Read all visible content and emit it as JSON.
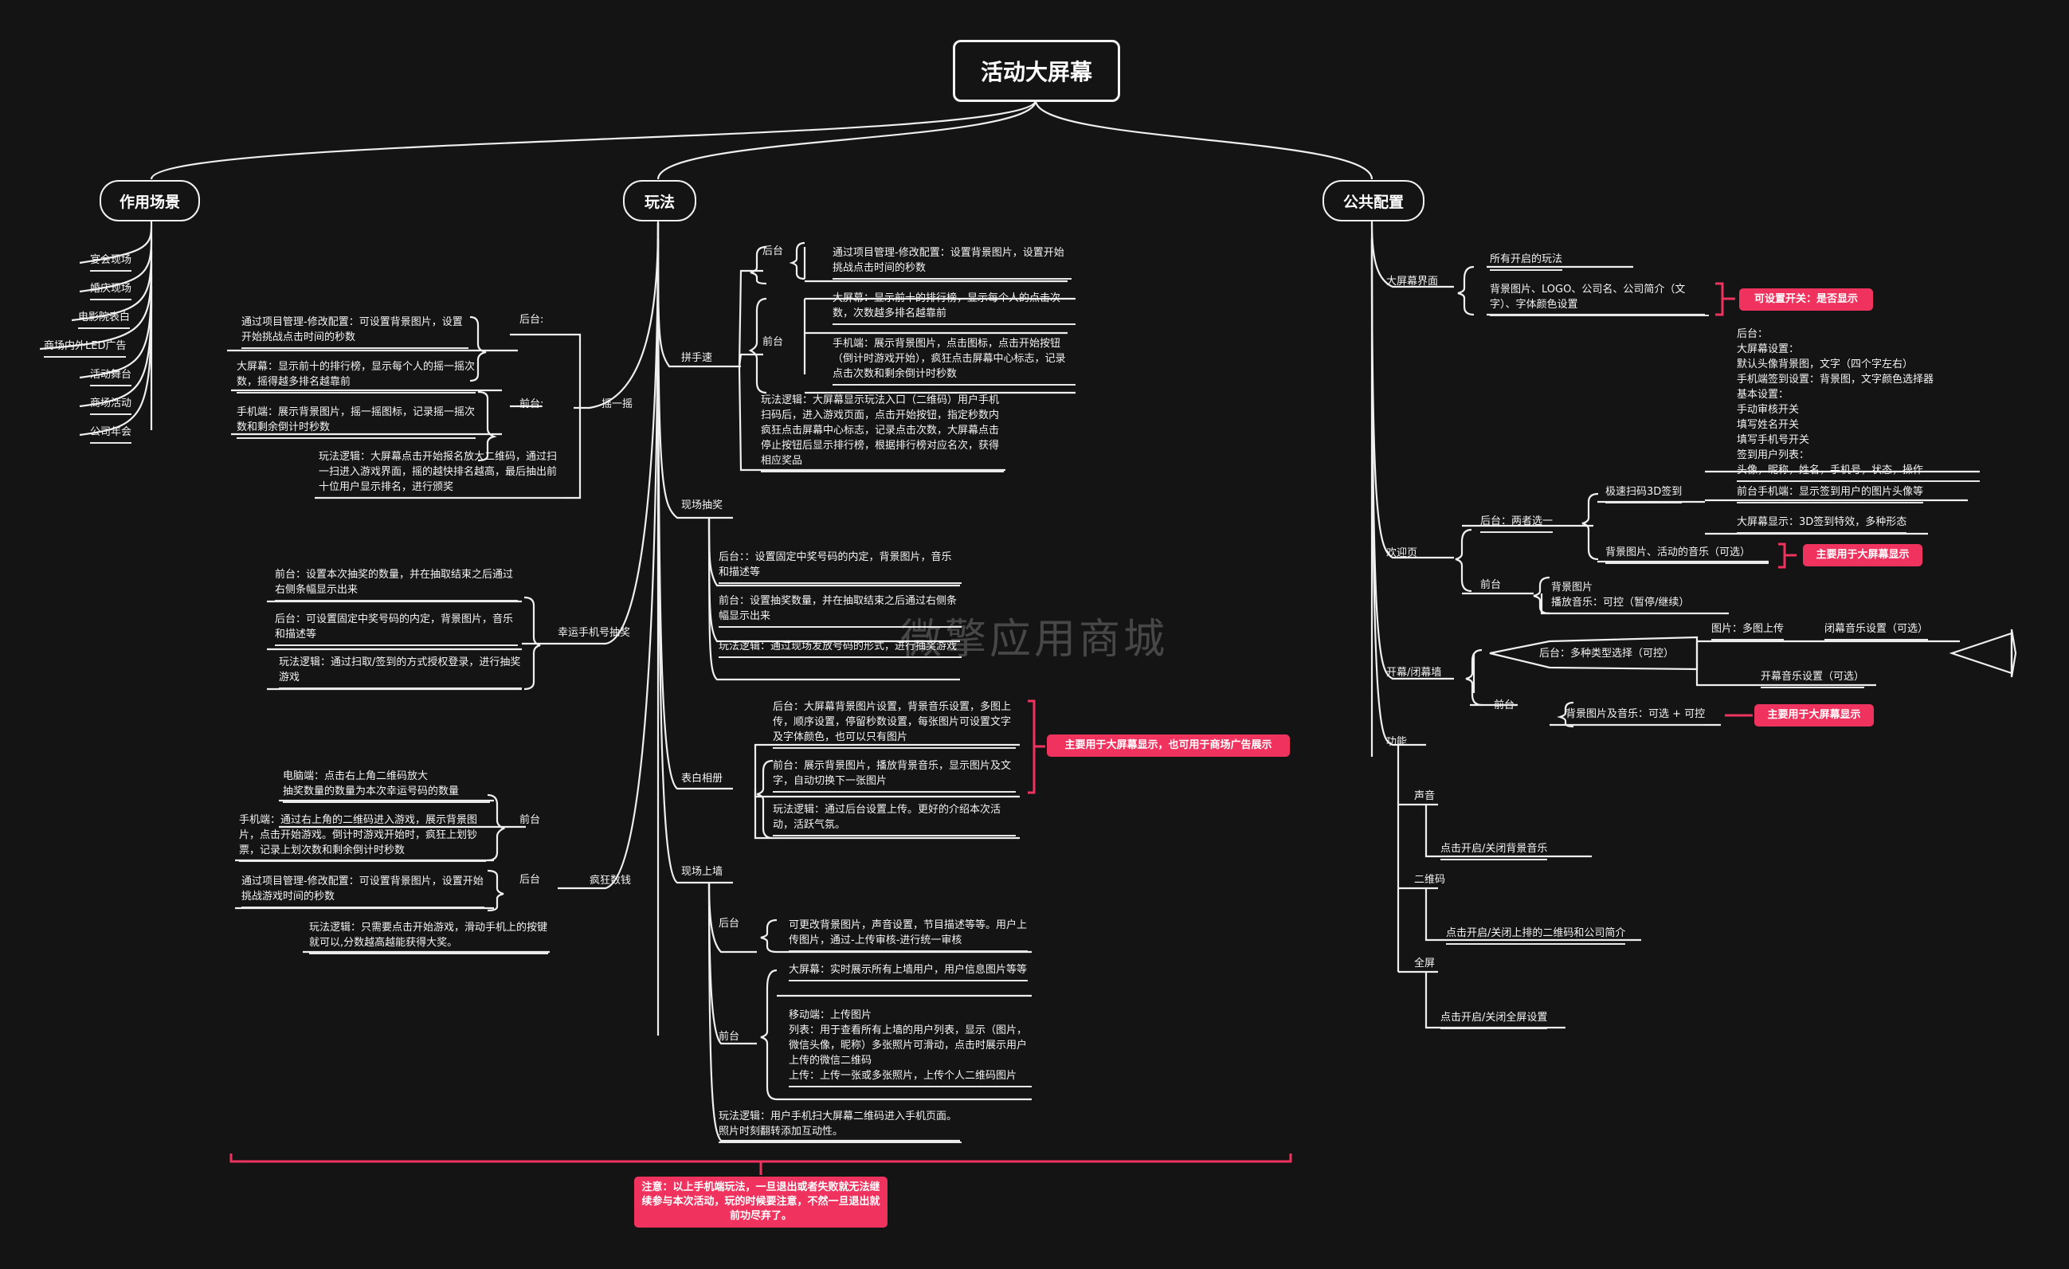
{
  "root_title": "活动大屏幕",
  "branches": {
    "scenes": "作用场景",
    "gameplay": "玩法",
    "config": "公共配置"
  },
  "scenes": [
    "宴会现场",
    "婚庆现场",
    "电影院表白",
    "商场内外LED广告",
    "活动舞台",
    "商场活动",
    "公司年会"
  ],
  "shake": {
    "label": "摇一摇",
    "backend": "后台:",
    "backend_text": "通过项目管理-修改配置：可设置背景图片，设置开始挑战点击时间的秒数",
    "front": "前台:",
    "front_big": "大屏幕：显示前十的排行榜，显示每个人的摇一摇次数，摇得越多排名越靠前",
    "front_phone": "手机端：展示背景图片，摇一摇图标，记录摇一摇次数和剩余倒计时秒数",
    "logic": "玩法逻辑：大屏幕点击开始报名放大二维码，通过扫一扫进入游戏界面，摇的越快排名越高，最后抽出前十位用户显示排名，进行颁奖"
  },
  "lucky": {
    "label": "幸运手机号抽奖",
    "front": "前台：设置本次抽奖的数量，并在抽取结束之后通过右侧条幅显示出来",
    "backend": "后台：可设置固定中奖号码的内定，背景图片，音乐和描述等",
    "logic": "玩法逻辑：通过扫取/签到的方式授权登录，进行抽奖游戏"
  },
  "crazy": {
    "label": "疯狂数钱",
    "front": "前台",
    "front_pc": "电脑端：点击右上角二维码放大\n抽奖数量的数量为本次幸运号码的数量",
    "front_phone": "手机端：通过右上角的二维码进入游戏，展示背景图片，点击开始游戏。倒计时游戏开始时，疯狂上划钞票，记录上划次数和剩余倒计时秒数",
    "backend": "后台",
    "backend_text": "通过项目管理-修改配置：可设置背景图片，设置开始挑战游戏时间的秒数",
    "logic": "玩法逻辑：只需要点击开始游戏，滑动手机上的按键就可以,分数越高越能获得大奖。"
  },
  "speed": {
    "label": "拼手速",
    "backend": "后台",
    "backend_text": "通过项目管理-修改配置：设置背景图片，设置开始挑战点击时间的秒数",
    "front": "前台",
    "front_big": "大屏幕：显示前十的排行榜，显示每个人的点击次数，次数越多排名越靠前",
    "front_phone": "手机端：展示背景图片，点击图标，点击开始按钮（倒计时游戏开始），疯狂点击屏幕中心标志，记录点击次数和剩余倒计时秒数",
    "logic": "玩法逻辑：大屏幕显示玩法入口（二维码）用户手机扫码后，进入游戏页面，点击开始按钮，指定秒数内疯狂点击屏幕中心标志，记录点击次数，大屏幕点击停止按钮后显示排行榜，根据排行榜对应名次，获得相应奖品"
  },
  "lottery": {
    "label": "现场抽奖",
    "backend": "后台：：设置固定中奖号码的内定，背景图片，音乐和描述等",
    "front": "前台：设置抽奖数量，并在抽取结束之后通过右侧条幅显示出来",
    "logic": "玩法逻辑：通过现场发放号码的形式，进行抽奖游戏"
  },
  "album": {
    "label": "表白相册",
    "backend": "后台：大屏幕背景图片设置，背景音乐设置，多图上传，顺序设置，停留秒数设置，每张图片可设置文字及字体颜色，也可以只有图片",
    "front": "前台：展示背景图片，播放背景音乐，显示图片及文字，自动切换下一张图片",
    "logic": "玩法逻辑：通过后台设置上传。更好的介绍本次活动，活跃气氛。",
    "note": "主要用于大屏幕显示，也可用于商场广告展示"
  },
  "wall": {
    "label": "现场上墙",
    "backend": "后台",
    "backend_text": "可更改背景图片，声音设置，节目描述等等。用户上传图片，通过-上传审核-进行统一审核",
    "front": "前台",
    "front_big": "大屏幕：实时展示所有上墙用户，用户信息图片等等",
    "front_mobile": "移动端：上传图片\n    列表：用于查看所有上墙的用户列表，显示（图片，微信头像，昵称）多张照片可滑动，点击时展示用户上传的微信二维码\n    上传：上传一张或多张照片，上传个人二维码图片",
    "logic": "玩法逻辑：用户手机扫大屏幕二维码进入手机页面。照片时刻翻转添加互动性。"
  },
  "bottom_note": "注意：以上手机端玩法，一旦退出或者失败就无法继续参与本次活动，玩的时候要注意，不然一旦退出就前功尽弃了。",
  "cfg": {
    "screen_label": "大屏幕界面",
    "screen_all": "所有开启的玩法",
    "screen_bg": "背景图片、LOGO、公司名、公司简介（文字）、字体颜色设置",
    "screen_note": "可设置开关：是否显示",
    "welcome_label": "欢迎页",
    "welcome_backend": "后台：两者选一",
    "sign3d": "极速扫码3D签到",
    "backend_detail": "后台：\n        大屏幕设置：\n            默认头像背景图，文字（四个字左右）\n        手机端签到设置：背景图，文字颜色选择器\n基本设置：\n        手动审核开关\n        填写姓名开关\n        填写手机号开关\n签到用户列表：\n        头像，昵称，姓名，手机号，状态，操作",
    "phone_front": "前台手机端：显示签到用户的图片头像等",
    "big_3d": "大屏幕显示：3D签到特效，多种形态",
    "bg_music": "背景图片、活动的音乐（可选）",
    "welcome_note": "主要用于大屏幕显示",
    "welcome_front": "前台",
    "welcome_front_text": "背景图片\n播放音乐：可控（暂停/继续）",
    "curtain_label": "开幕/闭幕墙",
    "curtain_backend": "后台：多种类型选择（可控）",
    "curtain_img": "图片：多图上传",
    "curtain_close": "闭幕音乐设置（可选）",
    "curtain_open": "开幕音乐设置（可选）",
    "curtain_front": "前台",
    "curtain_front_text": "背景图片及音乐：可选 + 可控",
    "curtain_note": "主要用于大屏幕显示",
    "func_label": "功能",
    "sound": "声音",
    "sound_text": "点击开启/关闭背景音乐",
    "qr": "二维码",
    "qr_text": "点击开启/关闭上排的二维码和公司简介",
    "full": "全屏",
    "full_text": "点击开启/关闭全屏设置"
  },
  "watermark": "微擎应用商城",
  "colors": {
    "background": "#141414",
    "line": "#f0f0f0",
    "accent": "#f0335e"
  }
}
